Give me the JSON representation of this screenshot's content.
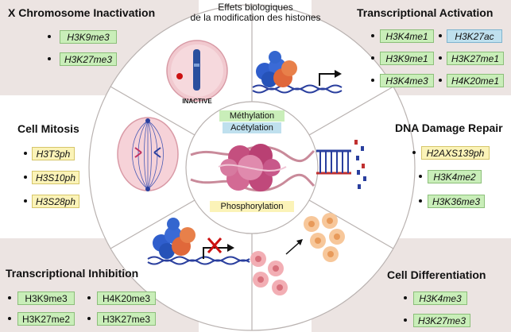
{
  "title": [
    "Effets biologiques",
    "de la modification des histones"
  ],
  "center": {
    "methylation": "Méthylation",
    "acetylation": "Acétylation",
    "phosphorylation": "Phosphorylation"
  },
  "icons": {
    "inactive_label": "INACTIVE"
  },
  "sections": {
    "x_inactivation": {
      "title": "X Chromosome Inactivation",
      "marks": [
        "H3K9me3",
        "H3K27me3"
      ]
    },
    "transcriptional_activation": {
      "title": "Transcriptional Activation",
      "marks_left": [
        "H3K4me1",
        "H3K9me1",
        "H3K4me3"
      ],
      "marks_right": [
        "H3K27ac",
        "H3K27me1",
        "H4K20me1"
      ]
    },
    "cell_mitosis": {
      "title": "Cell Mitosis",
      "marks": [
        "H3T3ph",
        "H3S10ph",
        "H3S28ph"
      ]
    },
    "dna_damage_repair": {
      "title": "DNA Damage Repair",
      "marks": [
        "H2AXS139ph",
        "H3K4me2",
        "H3K36me3"
      ]
    },
    "transcriptional_inhibition": {
      "title": "Transcriptional Inhibition",
      "marks_left": [
        "H3K9me3",
        "H3K27me2"
      ],
      "marks_right": [
        "H4K20me3",
        "H3K27me3"
      ]
    },
    "cell_differentiation": {
      "title": "Cell Differentiation",
      "marks": [
        "H3K4me3",
        "H3K27me3"
      ]
    }
  },
  "colors": {
    "panel_bg": "#ece4e2",
    "methyl_tag": "#c9eeb9",
    "phospho_tag": "#fbf3b8",
    "acetyl_tag": "#bfe0ee"
  }
}
